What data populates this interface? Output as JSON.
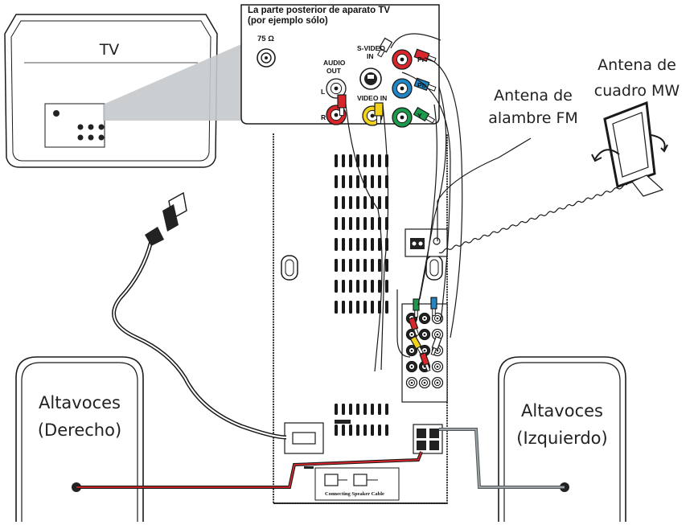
{
  "labels": {
    "tv": "TV",
    "panel_title_line1": "La parte posterior de aparato TV",
    "panel_title_line2": "(por ejemplo sólo)",
    "antenna_75": "75 Ω",
    "audio_out_line1": "AUDIO",
    "audio_out_line2": "OUT",
    "svideo_line1": "S-VIDEO",
    "svideo_line2": "IN",
    "video_in": "VIDEO IN",
    "jack_l": "L",
    "jack_r": "R",
    "jack_pr": "Pr",
    "jack_pb": "Pb",
    "jack_y": "Y",
    "fm_antenna_line1": "Antena de",
    "fm_antenna_line2": "alambre FM",
    "mw_antenna_line1": "Antena de",
    "mw_antenna_line2": "cuadro MW",
    "speaker_right_line1": "Altavoces",
    "speaker_right_line2": "(Derecho)",
    "speaker_left_line1": "Altavoces",
    "speaker_left_line2": "(Izquierdo)",
    "speaker_cable_caption": "Connecting Speaker Cable"
  },
  "colors": {
    "line": "#1a1a1a",
    "wire_red": "#d8262b",
    "wire_gray": "#9aa3a8",
    "jack_red": "#d8262b",
    "jack_white": "#f4f4f4",
    "jack_yellow": "#f2d21a",
    "jack_green": "#1b9a4b",
    "jack_blue": "#1f86c8",
    "callout": "#c4c9cc"
  }
}
